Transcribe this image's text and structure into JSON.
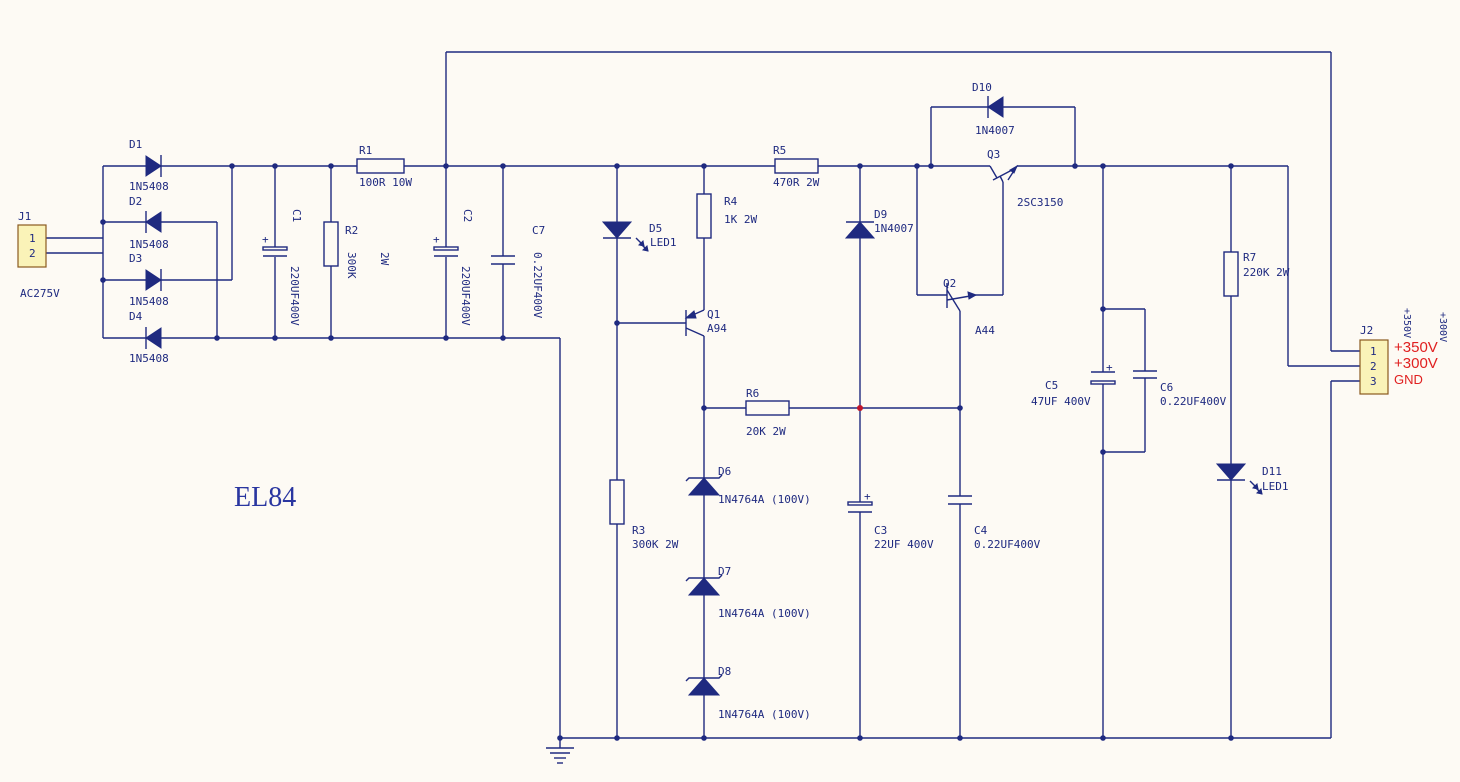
{
  "title": "EL84",
  "connectors": {
    "j1": {
      "ref": "J1",
      "pins": [
        "1",
        "2"
      ],
      "label": "AC275V"
    },
    "j2": {
      "ref": "J2",
      "pins": [
        "1",
        "2",
        "3"
      ],
      "side_top": "+350V",
      "side_bottom": "+300V",
      "outputs": [
        "+350V",
        "+300V",
        "GND"
      ]
    }
  },
  "diodes": {
    "d1": {
      "ref": "D1",
      "value": "1N5408"
    },
    "d2": {
      "ref": "D2",
      "value": "1N5408"
    },
    "d3": {
      "ref": "D3",
      "value": "1N5408"
    },
    "d4": {
      "ref": "D4",
      "value": "1N5408"
    },
    "d5": {
      "ref": "D5",
      "value": "LED1"
    },
    "d6": {
      "ref": "D6",
      "value": "1N4764A (100V)"
    },
    "d7": {
      "ref": "D7",
      "value": "1N4764A (100V)"
    },
    "d8": {
      "ref": "D8",
      "value": "1N4764A (100V)"
    },
    "d9": {
      "ref": "D9",
      "value": "1N4007"
    },
    "d10": {
      "ref": "D10",
      "value": "1N4007"
    },
    "d11": {
      "ref": "D11",
      "value": "LED1"
    }
  },
  "resistors": {
    "r1": {
      "ref": "R1",
      "value": "100R 10W"
    },
    "r2": {
      "ref": "R2",
      "value": "300K",
      "extra": "2W"
    },
    "r3": {
      "ref": "R3",
      "value": "300K 2W"
    },
    "r4": {
      "ref": "R4",
      "value": "1K 2W"
    },
    "r5": {
      "ref": "R5",
      "value": "470R 2W"
    },
    "r6": {
      "ref": "R6",
      "value": "20K 2W"
    },
    "r7": {
      "ref": "R7",
      "value": "220K 2W"
    }
  },
  "capacitors": {
    "c1": {
      "ref": "C1",
      "value": "220UF400V"
    },
    "c2": {
      "ref": "C2",
      "value": "220UF400V"
    },
    "c3": {
      "ref": "C3",
      "value": "22UF 400V"
    },
    "c4": {
      "ref": "C4",
      "value": "0.22UF400V"
    },
    "c5": {
      "ref": "C5",
      "value": "47UF 400V"
    },
    "c6": {
      "ref": "C6",
      "value": "0.22UF400V"
    },
    "c7": {
      "ref": "C7",
      "value": "0.22UF400V"
    }
  },
  "transistors": {
    "q1": {
      "ref": "Q1",
      "value": "A94"
    },
    "q2": {
      "ref": "Q2",
      "value": "A44"
    },
    "q3": {
      "ref": "Q3",
      "value": "2SC3150"
    }
  },
  "plus": "+",
  "colors": {
    "wire": "#1f2a80",
    "junction_red": "#c0152b",
    "output_label": "#e02020",
    "background": "#fdfaf4"
  }
}
